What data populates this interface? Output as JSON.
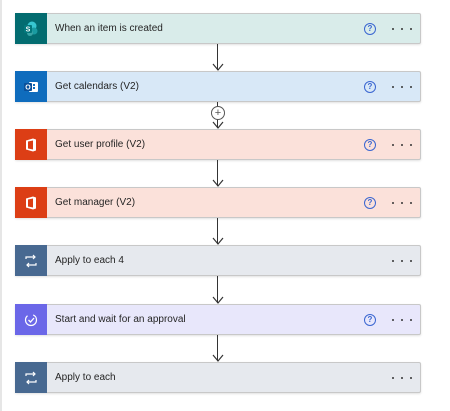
{
  "flow": {
    "steps": [
      {
        "label": "When an item is created",
        "icon": "sharepoint-icon",
        "tile_color": "#036c70",
        "bg": "#d9ecea",
        "help": true
      },
      {
        "label": "Get calendars (V2)",
        "icon": "outlook-icon",
        "tile_color": "#0f6cbd",
        "bg": "#d8e8f7",
        "help": true
      },
      {
        "label": "Get user profile (V2)",
        "icon": "office-icon",
        "tile_color": "#dc3e15",
        "bg": "#fbe1da",
        "help": true
      },
      {
        "label": "Get manager (V2)",
        "icon": "office-icon",
        "tile_color": "#dc3e15",
        "bg": "#fbe1da",
        "help": true
      },
      {
        "label": "Apply to each 4",
        "icon": "loop-icon",
        "tile_color": "#486991",
        "bg": "#e6e9ee",
        "help": false
      },
      {
        "label": "Start and wait for an approval",
        "icon": "approval-icon",
        "tile_color": "#6b67e8",
        "bg": "#e8e7fb",
        "help": true
      },
      {
        "label": "Apply to each",
        "icon": "loop-icon",
        "tile_color": "#486991",
        "bg": "#e6e9ee",
        "help": false
      }
    ],
    "help_glyph": "?",
    "insert_glyph": "+"
  }
}
